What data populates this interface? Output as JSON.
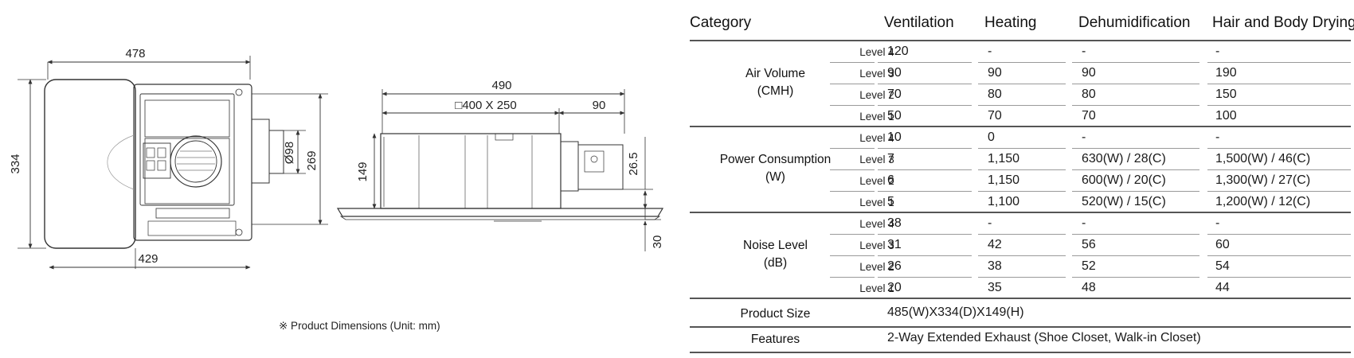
{
  "drawing": {
    "top_view": {
      "width_top": "478",
      "width_bottom": "429",
      "depth": "334",
      "duct_diameter": "Ø98",
      "duct_depth": "269"
    },
    "side_view": {
      "overall": "490",
      "grille": "□400 X 250",
      "duct_length": "90",
      "body_height": "149",
      "duct_offset": "26.5",
      "panel_gap": "30"
    },
    "note": "※ Product Dimensions (Unit: mm)"
  },
  "table": {
    "headers": [
      "Category",
      "Ventilation",
      "Heating",
      "Dehumidification",
      "Hair and Body Drying"
    ],
    "groups": [
      {
        "label_line1": "Air Volume",
        "label_line2": "(CMH)",
        "rows": [
          {
            "level": "Level 4",
            "values": [
              "120",
              "-",
              "-",
              "-"
            ]
          },
          {
            "level": "Level 3",
            "values": [
              "90",
              "90",
              "90",
              "190"
            ]
          },
          {
            "level": "Level 2",
            "values": [
              "70",
              "80",
              "80",
              "150"
            ]
          },
          {
            "level": "Level 1",
            "values": [
              "50",
              "70",
              "70",
              "100"
            ]
          }
        ]
      },
      {
        "label_line1": "Power Consumption",
        "label_line2": "(W)",
        "rows": [
          {
            "level": "Level 4",
            "values": [
              "10",
              "0",
              "-",
              "-"
            ]
          },
          {
            "level": "Level 3",
            "values": [
              "7",
              "1,150",
              "630(W) / 28(C)",
              "1,500(W) / 46(C)"
            ]
          },
          {
            "level": "Level 2",
            "values": [
              "6",
              "1,150",
              "600(W) / 20(C)",
              "1,300(W) / 27(C)"
            ]
          },
          {
            "level": "Level 1",
            "values": [
              "5",
              "1,100",
              "520(W) / 15(C)",
              "1,200(W) / 12(C)"
            ]
          }
        ]
      },
      {
        "label_line1": "Noise Level",
        "label_line2": "(dB)",
        "rows": [
          {
            "level": "Level 4",
            "values": [
              "38",
              "-",
              "-",
              "-"
            ]
          },
          {
            "level": "Level 3",
            "values": [
              "31",
              "42",
              "56",
              "60"
            ]
          },
          {
            "level": "Level 2",
            "values": [
              "26",
              "38",
              "52",
              "54"
            ]
          },
          {
            "level": "Level 1",
            "values": [
              "20",
              "35",
              "48",
              "44"
            ]
          }
        ]
      }
    ],
    "product_size": {
      "label": "Product Size",
      "value": "485(W)X334(D)X149(H)"
    },
    "features": {
      "label": "Features",
      "value": "2-Way Extended Exhaust (Shoe Closet, Walk-in Closet)"
    }
  }
}
